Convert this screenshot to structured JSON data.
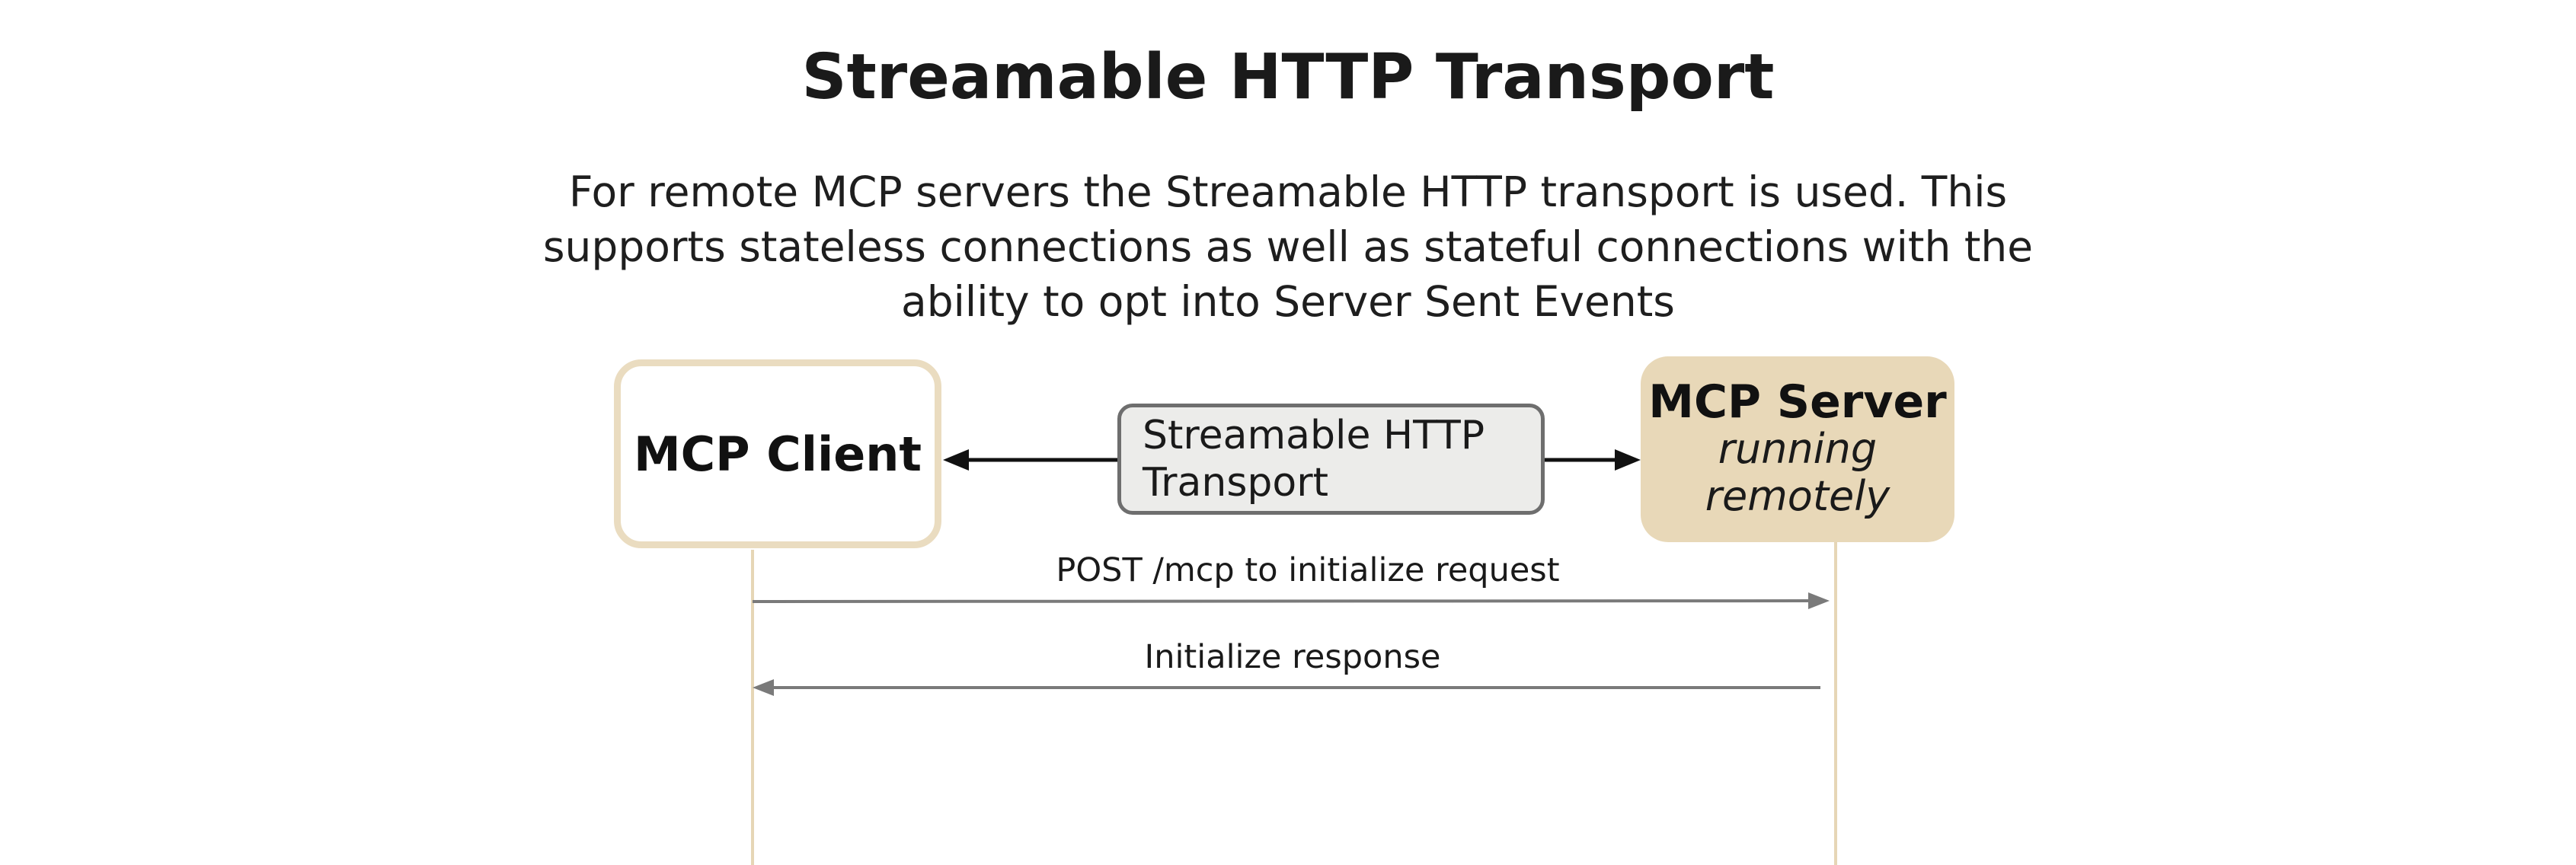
{
  "title": "Streamable HTTP Transport",
  "description": {
    "lines": [
      "For remote MCP servers the Streamable HTTP transport is used. This",
      "supports stateless connections as well as stateful connections with the",
      "ability to opt into Server Sent Events"
    ]
  },
  "client": {
    "label": "MCP Client"
  },
  "server": {
    "label": "MCP Server",
    "sub_lines": [
      "running",
      "remotely"
    ]
  },
  "transport": {
    "lines": [
      "Streamable HTTP",
      "Transport"
    ]
  },
  "messages": [
    {
      "label": "POST /mcp to initialize request",
      "direction": "client-to-server"
    },
    {
      "label": "Initialize response",
      "direction": "server-to-client"
    }
  ],
  "colors": {
    "client_border": "#eadcc0",
    "server_fill": "#e8d8b8",
    "transport_fill": "#ececea",
    "transport_border": "#6e6e6e",
    "lifeline": "#e6d6b6",
    "message_arrow": "#7a7a7a",
    "transport_arrow": "#111111"
  }
}
